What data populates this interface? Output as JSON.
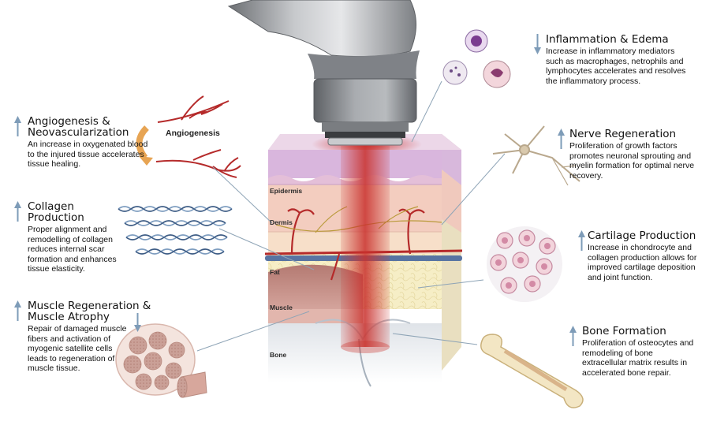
{
  "sections": {
    "inflammation": {
      "title": "Inflammation & Edema",
      "direction": "down",
      "text": "Increase in inflammatory mediators such as macrophages, netrophils and lymphocytes accelerates and resolves the inflammatory process."
    },
    "angiogenesis": {
      "title": "Angiogenesis & Neovascularization",
      "direction": "up",
      "text": "An increase in oxygenated blood to the injured tissue accelerates tissue healing."
    },
    "nerve": {
      "title": "Nerve Regeneration",
      "direction": "up",
      "text": "Proliferation of growth factors promotes neuronal sprouting and myelin formation for optimal nerve recovery."
    },
    "collagen": {
      "title": "Collagen Production",
      "direction": "up",
      "text": "Proper alignment and remodelling of collagen reduces internal scar formation and enhances tissue elasticity."
    },
    "cartilage": {
      "title": "Cartilage Production",
      "direction": "up",
      "text": "Increase in chondrocyte and collagen production allows for improved cartilage deposition and joint function."
    },
    "muscle": {
      "title": "Muscle Regeneration & Muscle Atrophy",
      "direction": "up",
      "direction_secondary": "down",
      "text": "Repair of damaged muscle fibers and activation of myogenic satellite cells leads to regeneration of muscle tissue."
    },
    "bone": {
      "title": "Bone Formation",
      "direction": "up",
      "text": "Proliferation of osteocytes and remodeling of bone extracellular matrix results in accelerated bone repair."
    }
  },
  "illustration": {
    "angiogenesis_label": "Angiogenesis",
    "layers": {
      "epidermis": "Epidermis",
      "dermis": "Dermis",
      "fat": "Fat",
      "muscle": "Muscle",
      "bone": "Bone"
    }
  },
  "colors": {
    "arrow": "#7e9cb8",
    "pointer": "#8ea4b6",
    "beam": "#c9302c",
    "blood_vessel": "#b52a2a",
    "applicator": "#8f9296"
  }
}
